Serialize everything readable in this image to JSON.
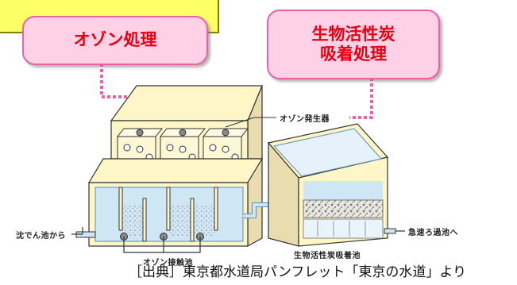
{
  "callouts": {
    "ozone": "オゾン処理",
    "bac_line1": "生物活性炭",
    "bac_line2": "吸着処理"
  },
  "labels": {
    "generator": "オゾン発生器",
    "inlet": "沈でん池から",
    "outlet": "急速ろ過池へ",
    "contact_tank": "オゾン接触池",
    "bac_tank": "生物活性炭吸着池"
  },
  "credit": "［出典］東京都水道局パンフレット「東京の水道」より",
  "colors": {
    "callout_fill": "#ffd1e6",
    "callout_border": "#ea62a8",
    "callout_text": "#e60012",
    "tank_fill": "#fff6c8",
    "water": "#cfe6f5"
  }
}
